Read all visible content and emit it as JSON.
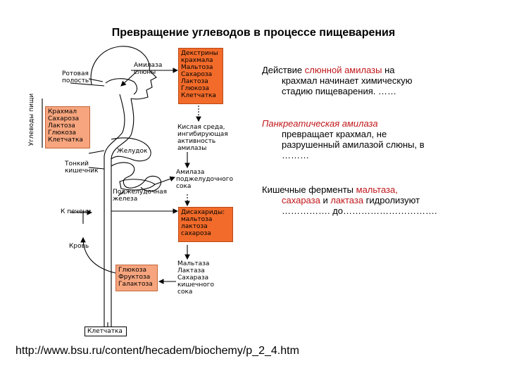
{
  "title": "Превращение углеводов в процессе пищеварения",
  "diagram": {
    "vertical_label": "Углеводы пищи",
    "food_carbs": "Крахмал\nСахароза\nЛактоза\nГлюкоза\nКлетчатка",
    "oral_cavity": "Ротовая\nполость",
    "salivary_amylase": "Амилаза\nслюны",
    "box_after_mouth": "Декстрины\nкрахмала\nМальтоза\nСахароза\nЛактоза\nГлюкоза\nКлетчатка",
    "acid_env": "Кислая среда,\nингибирующая\nактивность\nамилазы",
    "stomach": "Желудок",
    "small_intestine": "Тонкий\nкишечник",
    "pancreas": "Поджелудочная\nжелеза",
    "pancreatic_amylase": "Амилаза\nподжелудочного\nсока",
    "disaccharides": "Дисахариды:\nмальтоза\nлактоза\nсахароза",
    "to_liver": "К печени",
    "blood": "Кровь",
    "monosaccharides": "Глюкоза\nФруктоза\nГалактоза",
    "intestinal_enzymes": "Мальтаза\nЛактаза\nСахараза\nкишечного\nсока",
    "fiber": "Клетчатка"
  },
  "text": {
    "p1": {
      "lead": "Действие ",
      "highlight": "слюнной амилазы",
      "tail": " на",
      "cont": "крахмал начинает химическую\nстадию пищеварения. ……"
    },
    "p2": {
      "highlight": "Панкреатическая амилаза",
      "cont": "превращает крахмал, не\nразрушенный амилазой слюны, в\n………"
    },
    "p3": {
      "lead": "Кишечные ферменты ",
      "h1": "мальтаза,",
      "h2": "сахараза",
      "mid": " и ",
      "h3": "лактаза",
      "tail": " гидролизуют",
      "cont": "……………. до…………………………."
    }
  },
  "url": "http://www.bsu.ru/content/hecadem/biochemy/p_2_4.htm",
  "colors": {
    "box_dark": "#f26b2a",
    "box_light": "#f7a57e",
    "highlight_red": "#c0161a"
  }
}
